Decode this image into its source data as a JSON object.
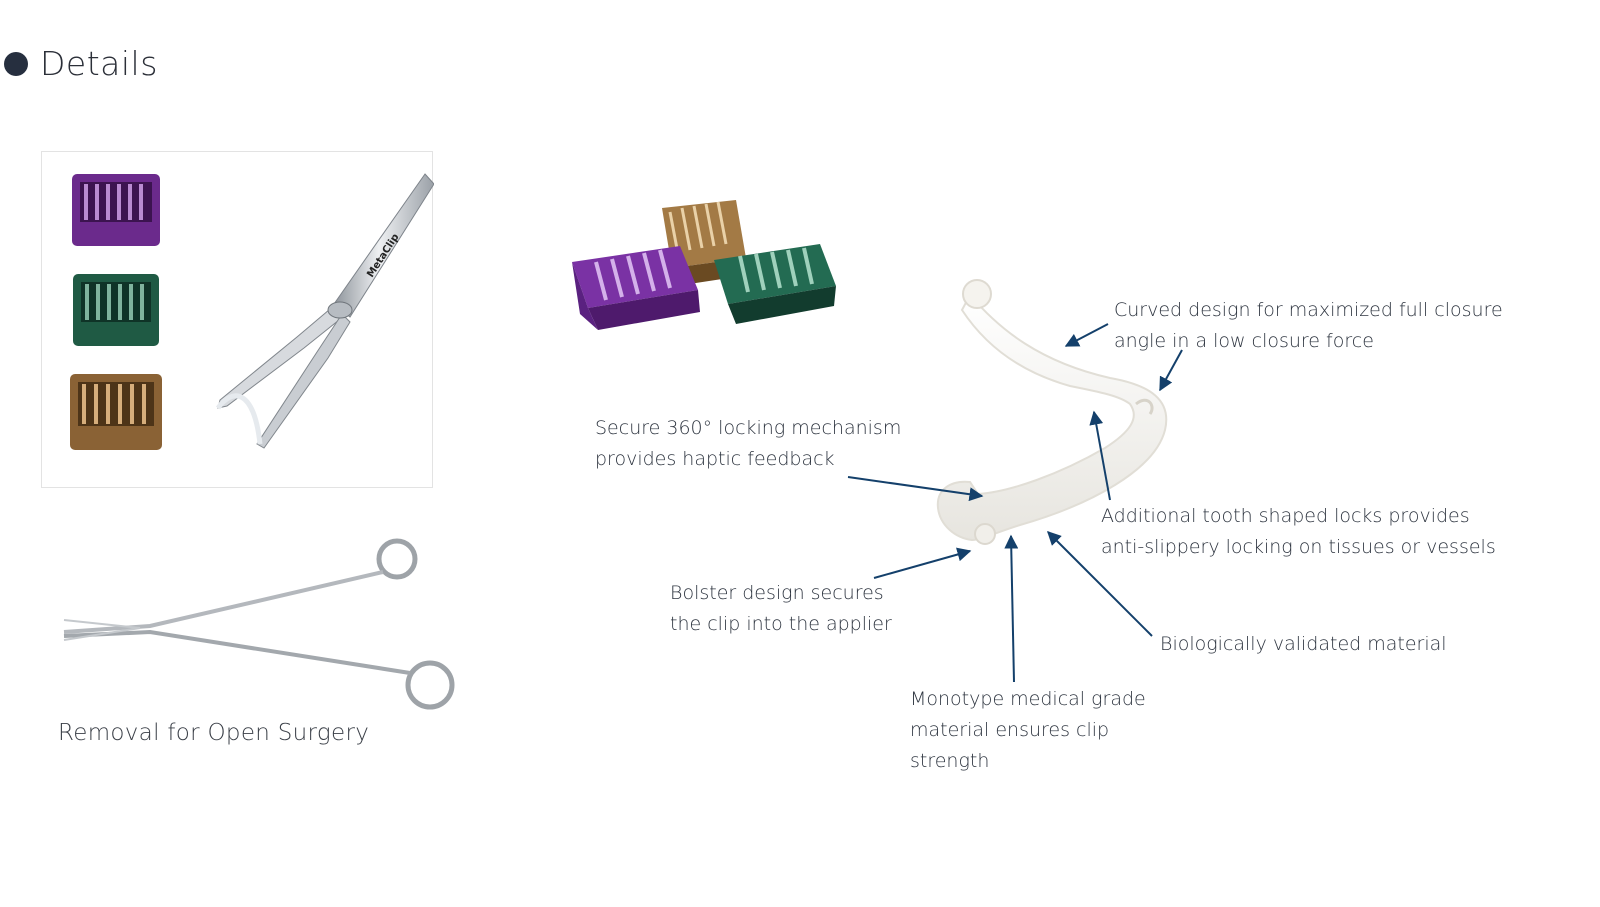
{
  "header": {
    "title": "Details"
  },
  "applier": {
    "brand_text": "MetaClip"
  },
  "removal": {
    "caption": "Removal for Open Surgery"
  },
  "cartridge_colors": {
    "purple": "#6b2a8c",
    "green": "#1f5a44",
    "bronze": "#8a6235"
  },
  "accent_color": "#14406b",
  "annotations": {
    "curved": [
      "Curved design for maximized full closure",
      "angle in a low closure force"
    ],
    "secure": [
      "Secure 360°   locking mechanism",
      "provides haptic feedback"
    ],
    "tooth": [
      "Additional tooth shaped locks provides",
      "anti-slippery locking on tissues or vessels"
    ],
    "bolster": [
      "Bolster design secures",
      "the clip into the applier"
    ],
    "bio": [
      "Biologically validated material"
    ],
    "monotype": [
      "Monotype medical grade",
      "material ensures clip",
      "strength"
    ]
  }
}
